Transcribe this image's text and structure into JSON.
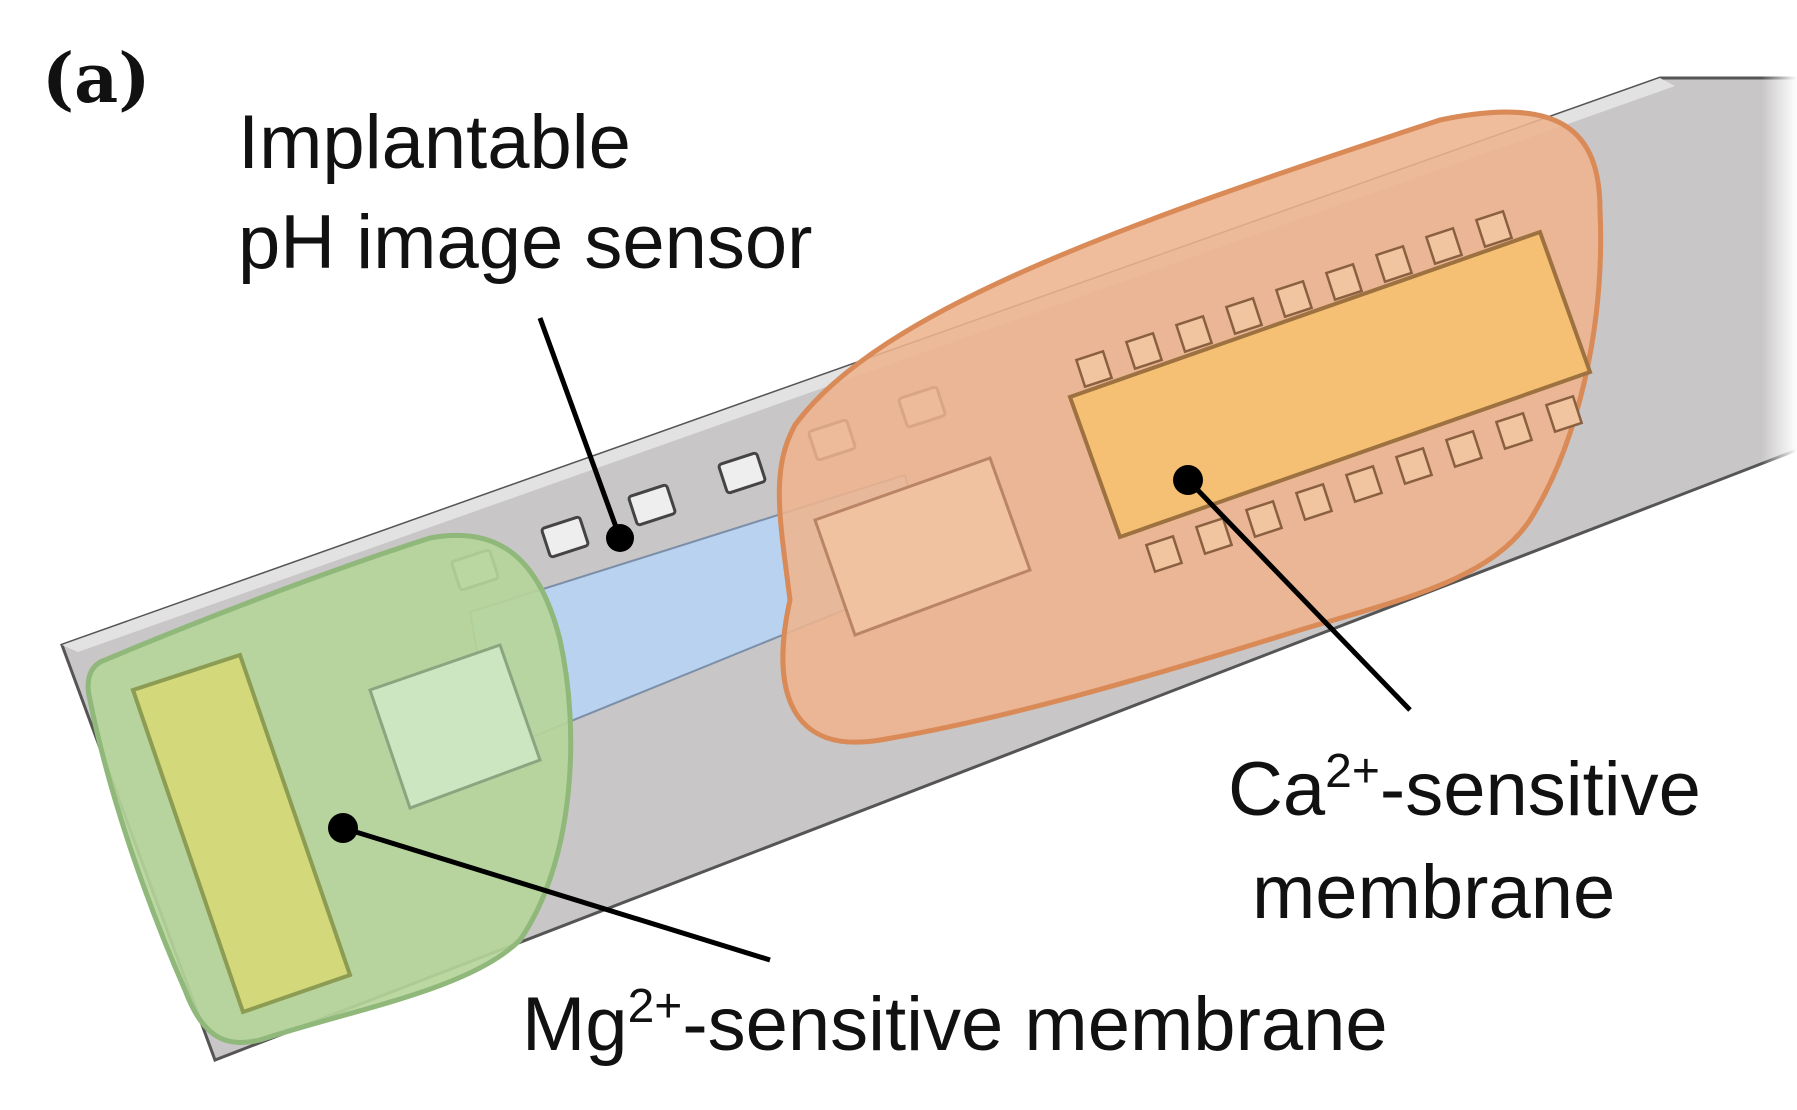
{
  "panel_label": "(a)",
  "labels": {
    "sensor_line1": "Implantable",
    "sensor_line2": "pH image sensor",
    "ca_prefix": "Ca",
    "ca_sup": "2+",
    "ca_suffix": "-sensitive",
    "ca_line2": "membrane",
    "mg_prefix": "Mg",
    "mg_sup": "2+",
    "mg_suffix": "-sensitive membrane"
  },
  "colors": {
    "substrate": "#c8c6c6",
    "sensor_window": "#b9d2ef",
    "ca_membrane": "#eeb48e",
    "ca_chip": "#f7c170",
    "mg_membrane": "#b5d59a",
    "mg_pad": "#d3d97a",
    "leader": "#000000"
  }
}
